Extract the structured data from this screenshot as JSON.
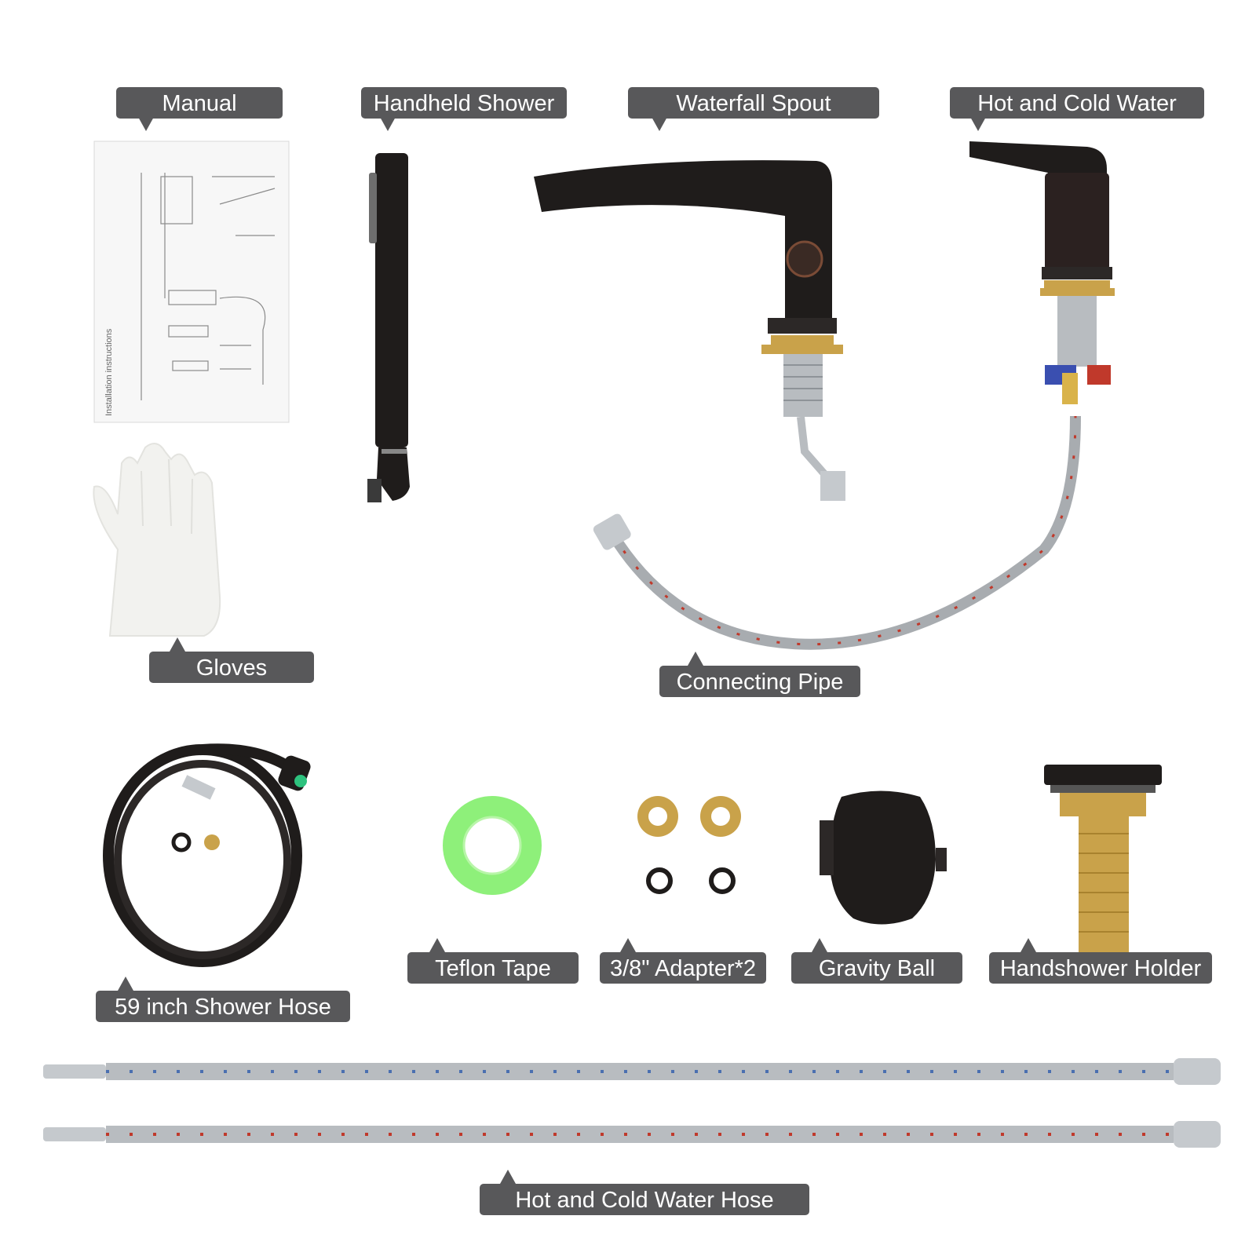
{
  "labels": {
    "manual": "Manual",
    "handheld_shower": "Handheld Shower",
    "waterfall_spout": "Waterfall Spout",
    "hot_cold_water": "Hot and Cold Water",
    "gloves": "Gloves",
    "connecting_pipe": "Connecting Pipe",
    "shower_hose": "59 inch Shower Hose",
    "teflon_tape": "Teflon Tape",
    "adapter": "3/8\" Adapter*2",
    "gravity_ball": "Gravity Ball",
    "handshower_holder": "Handshower Holder",
    "hot_cold_hose": "Hot and Cold Water Hose"
  },
  "manual_sheet": {
    "title": "Installation instructions"
  },
  "colors": {
    "label_bg": "#58585a",
    "label_text": "#ffffff",
    "faucet_black": "#1f1c1b",
    "hose_blue": "#4a6fb0",
    "hose_red": "#c0392b",
    "brass": "#c9a24a",
    "tape_green": "#8ef07a"
  }
}
